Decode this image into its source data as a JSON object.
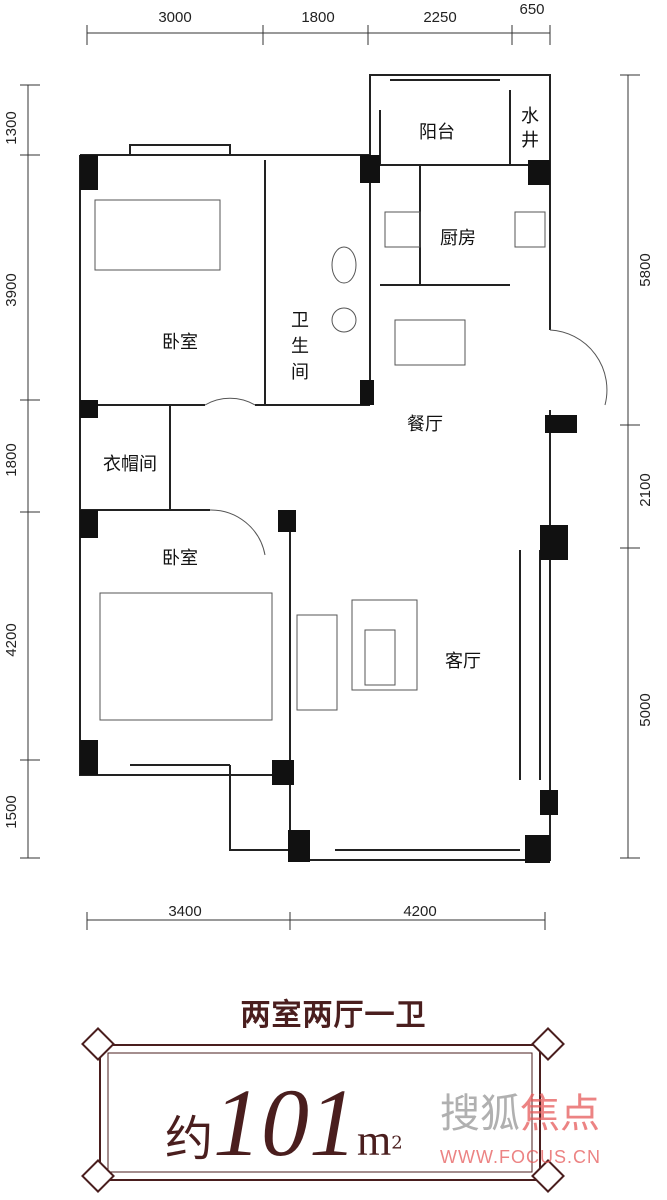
{
  "dimensions": {
    "top": [
      "3000",
      "1800",
      "2250",
      "650"
    ],
    "left": [
      "1300",
      "3900",
      "1800",
      "4200",
      "1500"
    ],
    "right": [
      "5800",
      "2100",
      "5000"
    ],
    "bottom": [
      "3400",
      "4200"
    ]
  },
  "rooms": {
    "balcony": "阳台",
    "water_well": [
      "水",
      "井"
    ],
    "kitchen": "厨房",
    "bathroom": [
      "卫",
      "生",
      "间"
    ],
    "bedroom_1": "卧室",
    "dining": "餐厅",
    "cloakroom": "衣帽间",
    "bedroom_2": "卧室",
    "living": "客厅"
  },
  "layout_title": "两室两厅一卫",
  "area": {
    "prefix": "约",
    "value": "101",
    "unit": "m",
    "sup": "2"
  },
  "watermark": {
    "brand_gray": "搜狐",
    "brand_red": "焦点",
    "url": "WWW.FOCUS.CN"
  },
  "colors": {
    "accent": "#4a1e1e",
    "wall": "#111111"
  }
}
